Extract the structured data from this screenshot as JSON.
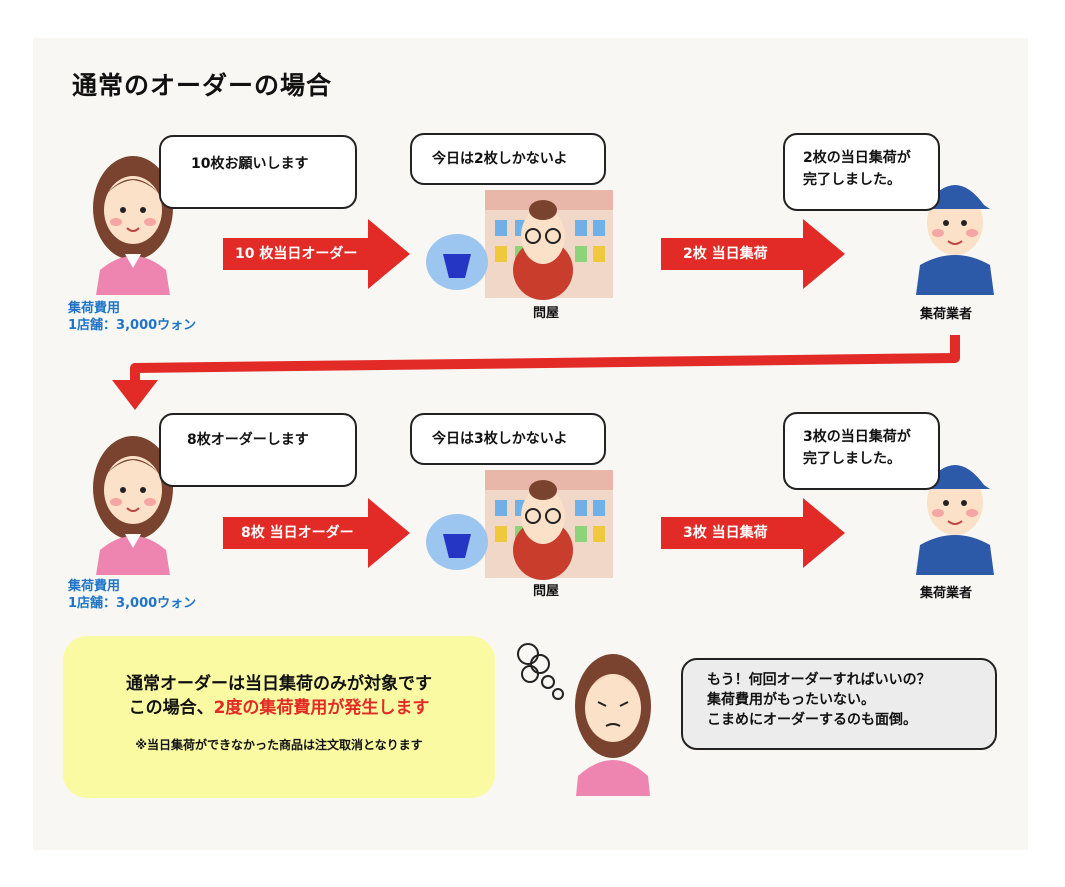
{
  "title": "通常のオーダーの場合",
  "rows": [
    {
      "customer_bubble": "10枚お願いします",
      "wholesaler_bubble": "今日は2枚しかないよ",
      "courier_bubble": [
        "2枚の当日集荷が",
        "完了しました。"
      ],
      "arrow_order": "10 枚当日オーダー",
      "arrow_pickup": "2枚 当日集荷",
      "wholesaler_label": "問屋",
      "courier_label": "集荷業者",
      "fee_label": "集荷費用",
      "fee_value": "1店舗：3,000ウォン"
    },
    {
      "customer_bubble": "8枚オーダーします",
      "wholesaler_bubble": "今日は3枚しかないよ",
      "courier_bubble": [
        "3枚の当日集荷が",
        "完了しました。"
      ],
      "arrow_order": "8枚 当日オーダー",
      "arrow_pickup": "3枚 当日集荷",
      "wholesaler_label": "問屋",
      "courier_label": "集荷業者",
      "fee_label": "集荷費用",
      "fee_value": "1店舗：3,000ウォン"
    }
  ],
  "note": {
    "line1": "通常オーダーは当日集荷のみが対象です",
    "line2_prefix": "この場合、",
    "line2_highlight": "2度の集荷費用が発生します",
    "small": "※当日集荷ができなかった商品は注文取消となります"
  },
  "complaint": [
    "もう！何回オーダーすればいいの？",
    "集荷費用がもったいない。",
    "こまめにオーダーするのも面倒。"
  ],
  "colors": {
    "accent_red": "#e22a26",
    "fee_blue": "#1f74c8",
    "note_yellow": "#fafaa2"
  }
}
